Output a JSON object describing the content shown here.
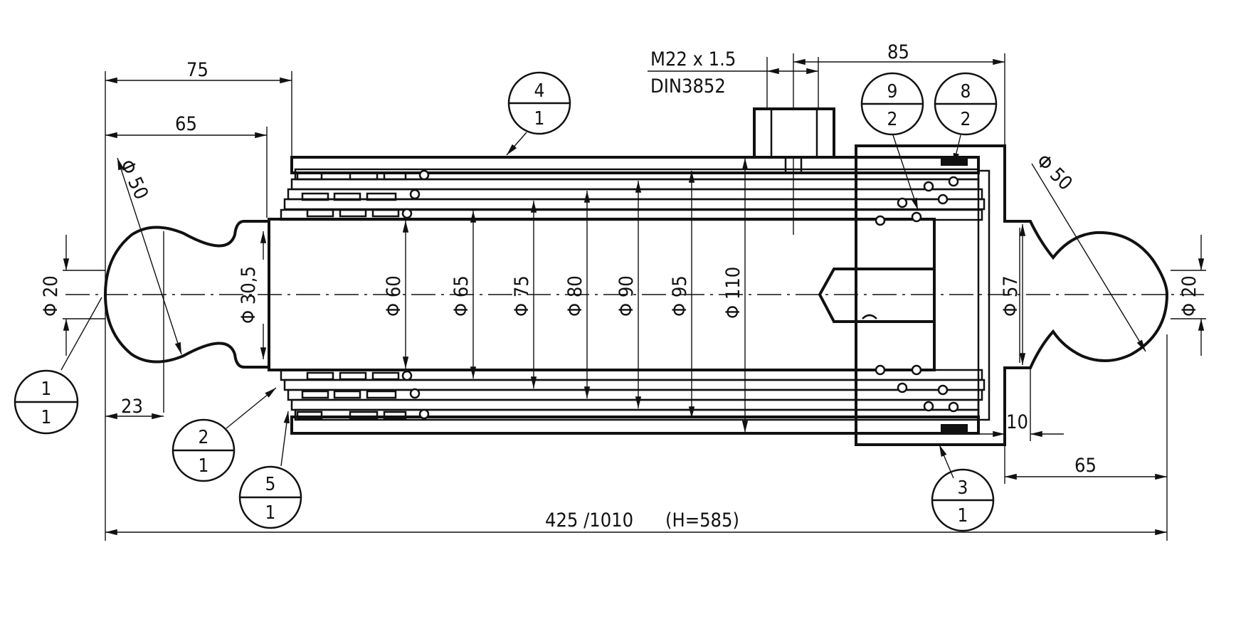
{
  "drawing": {
    "thread_spec": "M22 x 1.5",
    "thread_standard": "DIN3852",
    "dimensions": {
      "d1_len": "75",
      "d2_len": "65",
      "d3_top": "85",
      "d4_small": "23",
      "d5_small": "10",
      "d6_right": "65",
      "overall": "425 /1010",
      "height_note": "(H=585)"
    },
    "diameters": {
      "ball_left": "Φ 50",
      "ball_right": "Φ 50",
      "pin_left": "Φ 20",
      "pin_right": "Φ 20",
      "neck": "Φ 30,5",
      "d60": "Φ 60",
      "d65": "Φ 65",
      "d75": "Φ 75",
      "d80": "Φ 80",
      "d90": "Φ 90",
      "d95": "Φ 95",
      "d110": "Φ 110",
      "d57": "Φ 57"
    },
    "balloons": [
      {
        "top": "1",
        "bottom": "1"
      },
      {
        "top": "2",
        "bottom": "1"
      },
      {
        "top": "5",
        "bottom": "1"
      },
      {
        "top": "4",
        "bottom": "1"
      },
      {
        "top": "9",
        "bottom": "2"
      },
      {
        "top": "8",
        "bottom": "2"
      },
      {
        "top": "3",
        "bottom": "1"
      }
    ]
  }
}
